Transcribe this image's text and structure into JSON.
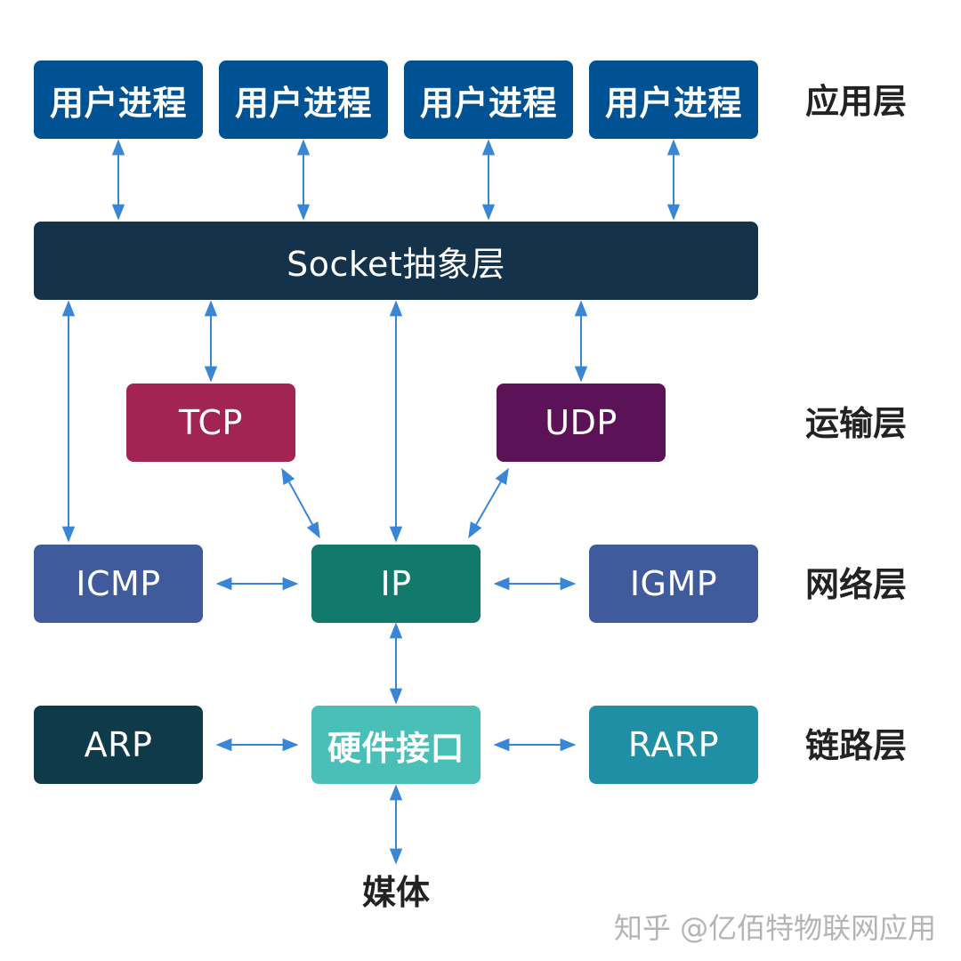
{
  "colors": {
    "user_process": "#005293",
    "socket": "#14334b",
    "tcp": "#a12453",
    "udp": "#5c1256",
    "icmp": "#3f5b9c",
    "ip": "#127a6c",
    "igmp": "#3f5b9c",
    "arp": "#0e3a4a",
    "hw": "#4abfb8",
    "rarp": "#1f8fa5",
    "arrow": "#3a86d6"
  },
  "application": {
    "processes": [
      "用户进程",
      "用户进程",
      "用户进程",
      "用户进程"
    ]
  },
  "socket": {
    "label": "Socket抽象层"
  },
  "transport": {
    "tcp": "TCP",
    "udp": "UDP"
  },
  "network": {
    "icmp": "ICMP",
    "ip": "IP",
    "igmp": "IGMP"
  },
  "link": {
    "arp": "ARP",
    "hardware": "硬件接口",
    "rarp": "RARP"
  },
  "layers": {
    "application": "应用层",
    "transport": "运输层",
    "network": "网络层",
    "link": "链路层"
  },
  "media": "媒体",
  "watermark": "知乎 @亿佰特物联网应用"
}
